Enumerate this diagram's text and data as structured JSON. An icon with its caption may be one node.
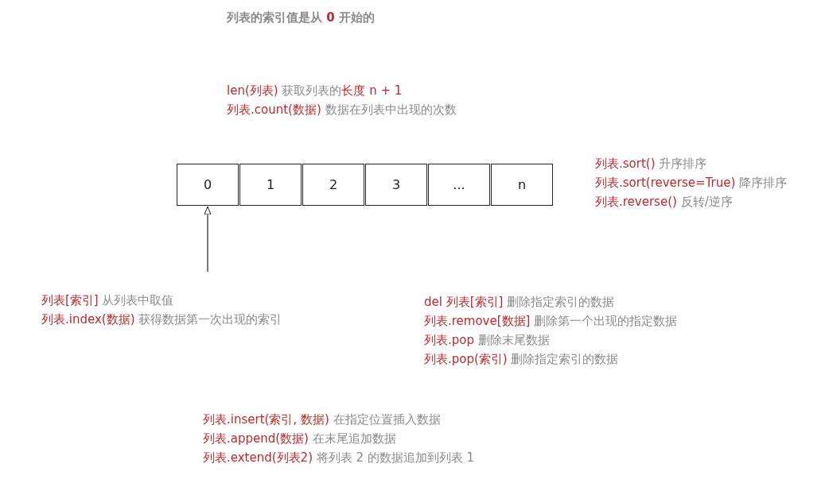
{
  "diagram": {
    "title": "列表的索引值是从 **0** 开始的",
    "nodes": [
      {
        "text": [
          "0"
        ]
      },
      {
        "text": [
          "1"
        ]
      },
      {
        "text": [
          "2"
        ]
      },
      {
        "text": [
          "3"
        ]
      },
      {
        "text": [
          "..."
        ]
      },
      {
        "text": [
          "n"
        ]
      },
      {
        "text": [
          "**列表[索引]** 从列表中取值",
          "**列表.index(数据)** 获得数据第一次出现的索引"
        ]
      }
    ],
    "edges": [
      {
        "from": 6,
        "to": 0,
        "arrow": "to"
      }
    ],
    "labels": [
      "**len(列表)** 获取列表的**长度 n + 1**",
      "**列表.count(数据)** 数据在列表中出现的次数",
      "**列表.sort()** 升序排序",
      "**列表.sort(reverse=True)** 降序排序",
      "**列表.reverse()** 反转/逆序",
      "**del 列表[索引]** 删除指定索引的数据",
      "**列表.remove[数据]** 删除第一个出现的指定数据",
      "**列表.pop** 删除末尾数据",
      "**列表.pop(索引)** 删除指定索引的数据",
      "**列表.insert(索引, 数据)** 在指定位置插入数据",
      "**列表.append(数据)** 在末尾追加数据",
      "**列表.extend(列表2)** 将列表 2 的数据追加到列表 1"
    ]
  }
}
